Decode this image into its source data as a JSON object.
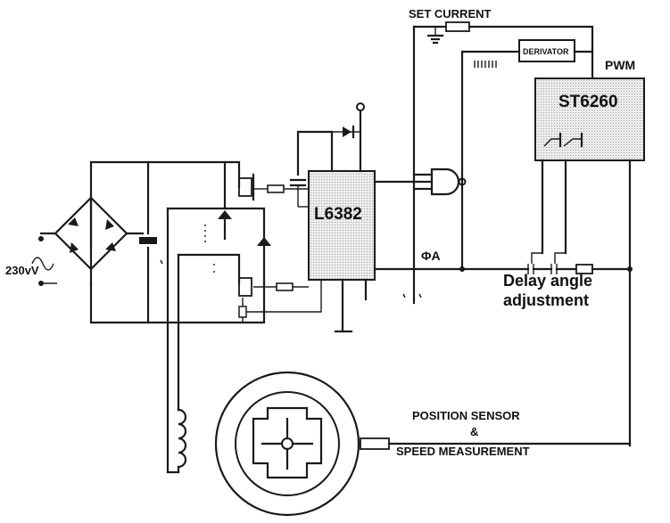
{
  "labels": {
    "set_current": "SET  CURRENT",
    "derivator": "DERIVATOR",
    "pwm": "PWM",
    "mcu": "ST6260",
    "driver": "L6382",
    "phase": "ΦA",
    "delay_line1": "Delay angle",
    "delay_line2": "adjustment",
    "mains": "230vV",
    "sensor_line1": "POSITION SENSOR",
    "sensor_line2": "&",
    "sensor_line3": "SPEED MEASUREMENT"
  },
  "colors": {
    "wire": "#1a1a1a",
    "chip_fill": "#e4e4e4",
    "background": "#ffffff"
  }
}
